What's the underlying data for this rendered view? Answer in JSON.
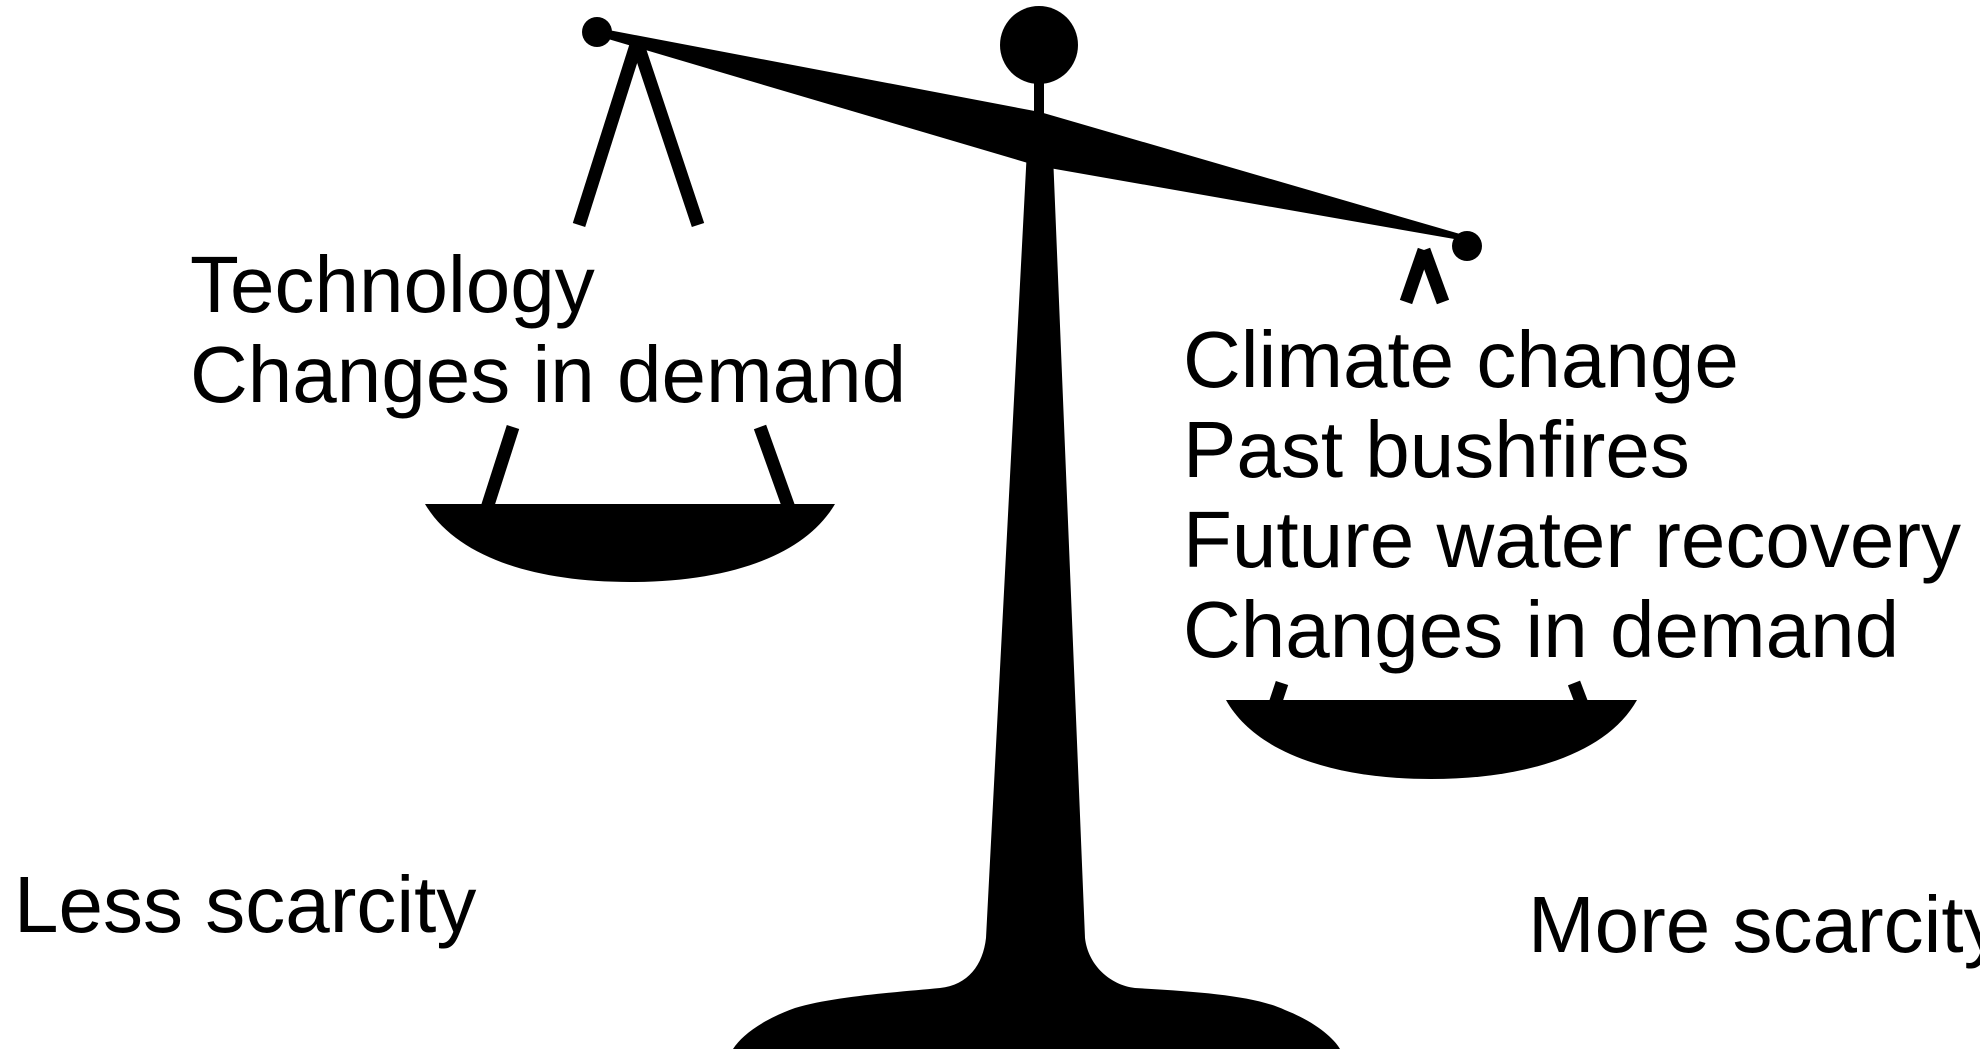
{
  "diagram": {
    "left_pan": {
      "items": [
        "Technology",
        "Changes in demand"
      ]
    },
    "right_pan": {
      "items": [
        "Climate change",
        "Past bushfires",
        "Future water recovery",
        "Changes in demand"
      ]
    },
    "left_caption": "Less scarcity",
    "right_caption": "More scarcity"
  }
}
